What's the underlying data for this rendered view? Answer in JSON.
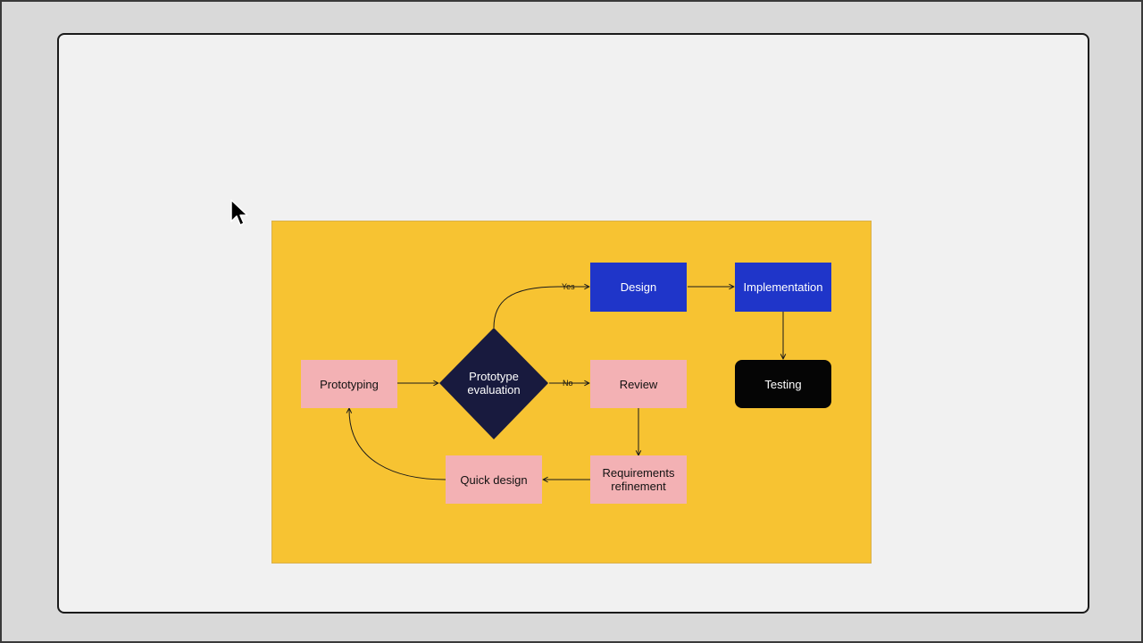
{
  "diagram": {
    "nodes": {
      "prototyping": "Prototyping",
      "evaluation": "Prototype evaluation",
      "review": "Review",
      "design": "Design",
      "implementation": "Implementation",
      "testing": "Testing",
      "quick_design": "Quick design",
      "requirements": "Requirements refinement"
    },
    "edges": {
      "yes": "Yes",
      "no": "No"
    }
  },
  "colors": {
    "canvas": "#f7c332",
    "pink": "#f3b1b4",
    "blue": "#1f35c9",
    "diamond": "#181a3e",
    "black": "#050505"
  },
  "cursor": {
    "icon": "mouse-pointer-icon"
  }
}
